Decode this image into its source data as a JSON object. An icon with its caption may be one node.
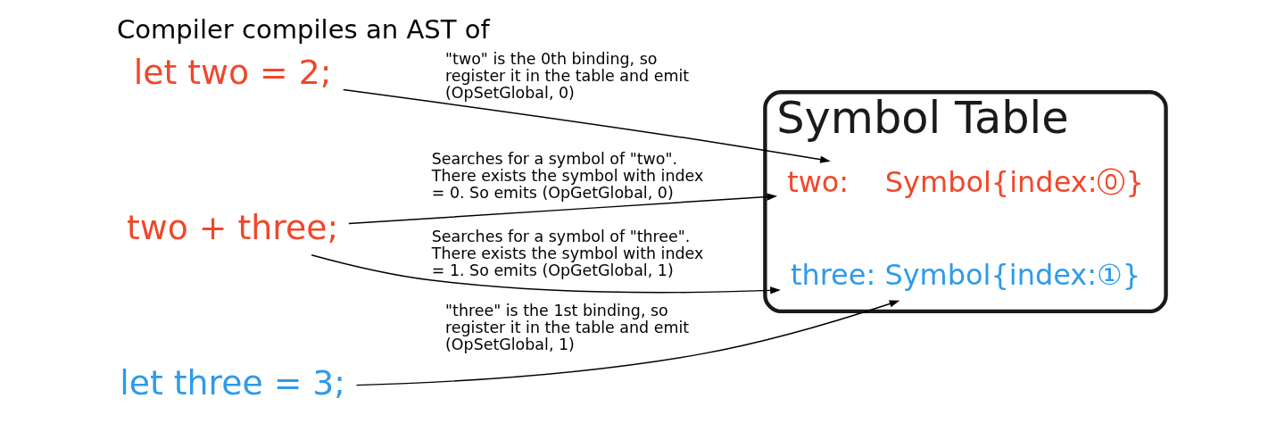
{
  "diagram": {
    "title": "Compiler compiles an AST of",
    "nodes": [
      {
        "text": [
          "let two = 2;"
        ]
      },
      {
        "text": [
          "let three = 3;"
        ]
      },
      {
        "text": [
          "two + three;"
        ]
      },
      {
        "text": [
          "Symbol Table"
        ]
      },
      {
        "text": [
          "two:    Symbol{index:⓪}"
        ],
        "in": 3
      },
      {
        "text": [
          "three: Symbol{index:①}"
        ],
        "in": 3
      }
    ],
    "edges": [
      {
        "from": 0,
        "to": 4,
        "arrow": "to",
        "label": "\"two\" is the 0th binding, so register it in the table and emit (OpSetGlobal, 0)"
      },
      {
        "from": 1,
        "to": 5,
        "arrow": "to",
        "label": "\"three\" is the 1st binding, so register it in the table and emit (OpSetGlobal, 1)"
      },
      {
        "from": 2,
        "to": 4,
        "arrow": "to",
        "label": "Searches for a symbol of \"two\". There exists the symbol with index = 0. So emits (OpGetGlobal, 0)"
      },
      {
        "from": 2,
        "to": 5,
        "arrow": "to",
        "label": "Searches for a symbol of \"three\". There exists the symbol with index = 1. So emits (OpGetGlobal, 1)"
      }
    ]
  }
}
